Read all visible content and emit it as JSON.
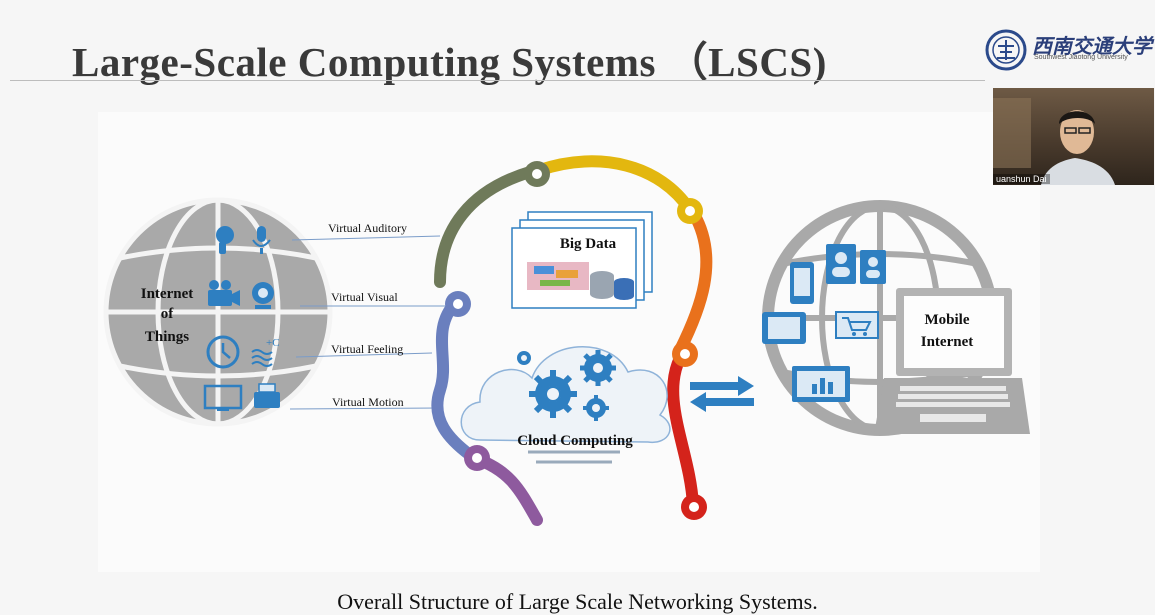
{
  "slide": {
    "title": "Large-Scale Computing Systems （LSCS)",
    "caption": "Overall Structure of Large Scale Networking Systems."
  },
  "logo": {
    "chinese_name": "西南交通大学",
    "english_name": "Southwest Jiaotong University",
    "icon": "university-emblem-icon"
  },
  "webcam": {
    "participant_name": "uanshun Dai"
  },
  "diagram": {
    "left_globe": {
      "label_lines": [
        "Internet",
        "of",
        "Things"
      ],
      "icons": [
        "headset-icon",
        "microphone-icon",
        "video-camera-icon",
        "webcam-icon",
        "clock-icon",
        "temperature-icon",
        "monitor-icon",
        "printer-icon"
      ]
    },
    "virtual_labels": [
      "Virtual Auditory",
      "Virtual Visual",
      "Virtual Feeling",
      "Virtual Motion"
    ],
    "big_data_label": "Big Data",
    "cloud_label": "Cloud Computing",
    "right_globe": {
      "label_lines": [
        "Mobile",
        "Internet"
      ],
      "icons": [
        "smartphone-icon",
        "contact-card-icon",
        "tablet-icon",
        "shopping-cart-icon",
        "laptop-icon"
      ]
    },
    "colors": {
      "globe": "#a9a9a9",
      "icon_blue": "#2e7fc1",
      "arc_green": "#6f7a5a",
      "arc_yellow": "#e3b70f",
      "arc_orange": "#e9711c",
      "arc_red": "#d4231b",
      "arc_blue": "#6a7fbe",
      "arc_purple": "#8e5a9e"
    }
  }
}
